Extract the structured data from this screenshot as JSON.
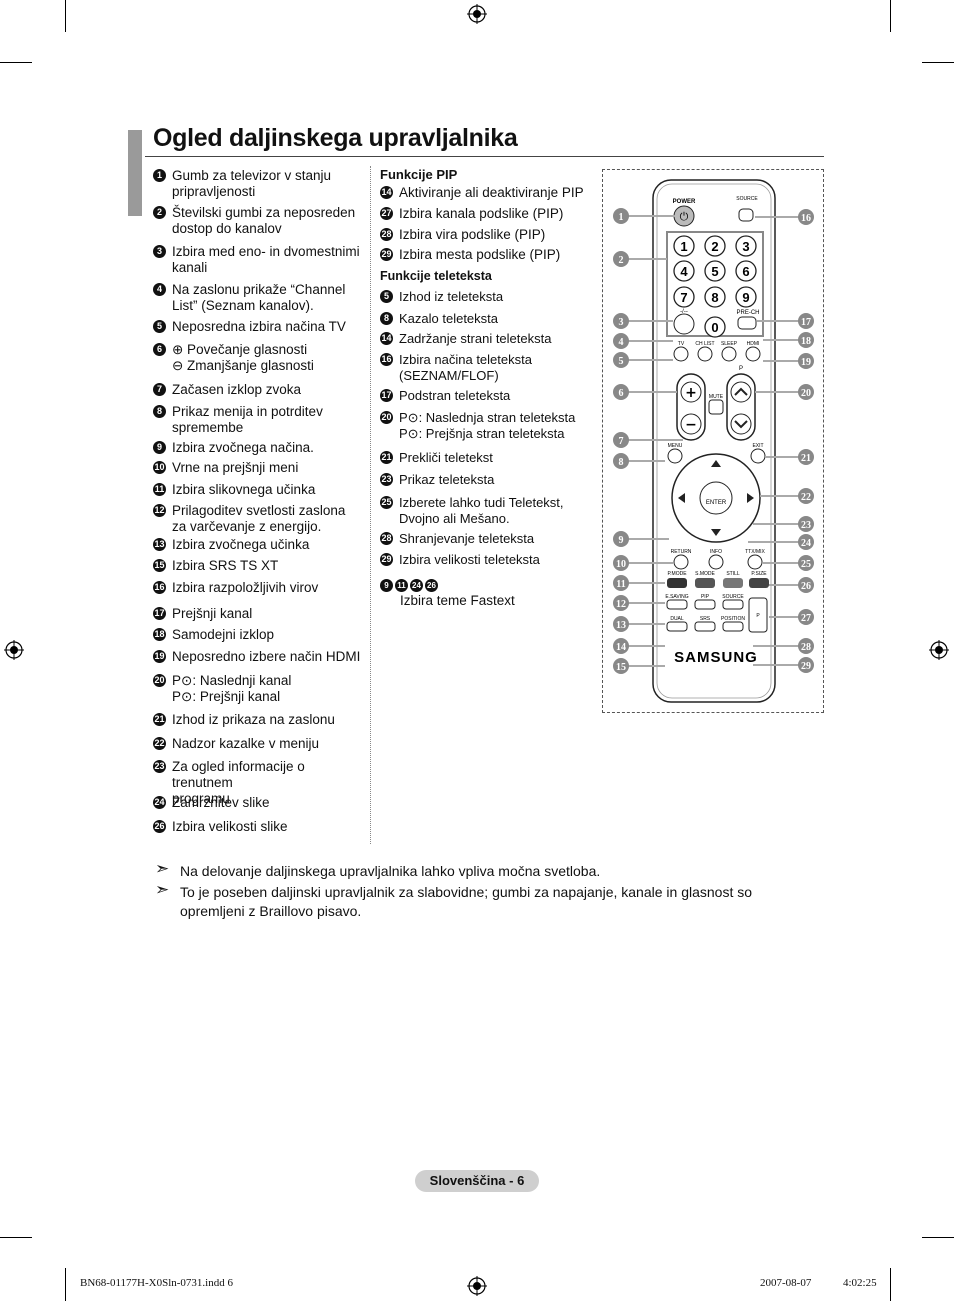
{
  "title": "Ogled daljinskega upravljalnika",
  "left_items": [
    {
      "num": "1",
      "text": "Gumb za televizor v stanju\npripravljenosti"
    },
    {
      "num": "2",
      "text": "Številski gumbi za neposreden\ndostop do kanalov"
    },
    {
      "num": "3",
      "text": "Izbira med eno- in dvomestnimi\nkanali"
    },
    {
      "num": "4",
      "text": "Na zaslonu prikaže “Channel\nList” (Seznam kanalov)."
    },
    {
      "num": "5",
      "text": "Neposredna izbira načina TV"
    },
    {
      "num": "6",
      "text": "⊕ Povečanje glasnosti\n⊖ Zmanjšanje glasnosti"
    },
    {
      "num": "7",
      "text": "Začasen izklop zvoka"
    },
    {
      "num": "8",
      "text": "Prikaz menija in potrditev\nspremembe"
    },
    {
      "num": "9",
      "text": "Izbira zvočnega načina."
    },
    {
      "num": "10",
      "text": "Vrne na prejšnji meni"
    },
    {
      "num": "11",
      "text": "Izbira slikovnega učinka"
    },
    {
      "num": "12",
      "text": "Prilagoditev svetlosti zaslona\nza varčevanje z energijo."
    },
    {
      "num": "13",
      "text": "Izbira zvočnega učinka"
    },
    {
      "num": "15",
      "text": "Izbira SRS TS XT"
    },
    {
      "num": "16",
      "text": "Izbira razpoložljivih virov"
    },
    {
      "num": "17",
      "text": "Prejšnji kanal"
    },
    {
      "num": "18",
      "text": "Samodejni izklop"
    },
    {
      "num": "19",
      "text": "Neposredno izbere način HDMI"
    },
    {
      "num": "20",
      "text": "P⊙: Naslednji kanal\nP⊙: Prejšnji kanal"
    },
    {
      "num": "21",
      "text": "Izhod iz prikaza na zaslonu"
    },
    {
      "num": "22",
      "text": "Nadzor kazalke v meniju"
    },
    {
      "num": "23",
      "text": "Za ogled informacije o trenutnem\nprogramu"
    },
    {
      "num": "24",
      "text": "Zamrznitev slike"
    },
    {
      "num": "26",
      "text": "Izbira velikosti slike"
    }
  ],
  "pip_heading": "Funkcije PIP",
  "pip_items": [
    {
      "num": "14",
      "text": "Aktiviranje ali deaktiviranje PIP"
    },
    {
      "num": "27",
      "text": "Izbira kanala podslike (PIP)"
    },
    {
      "num": "28",
      "text": "Izbira vira podslike (PIP)"
    },
    {
      "num": "29",
      "text": "Izbira mesta podslike (PIP)"
    }
  ],
  "teletext_heading": "Funkcije teleteksta",
  "teletext_items": [
    {
      "num": "5",
      "text": "Izhod iz teleteksta"
    },
    {
      "num": "8",
      "text": "Kazalo teleteksta"
    },
    {
      "num": "14",
      "text": "Zadržanje strani teleteksta"
    },
    {
      "num": "16",
      "text": "Izbira načina teleteksta\n(SEZNAM/FLOF)"
    },
    {
      "num": "17",
      "text": "Podstran teleteksta"
    },
    {
      "num": "20",
      "text": "P⊙: Naslednja stran teleteksta\nP⊙: Prejšnja stran teleteksta"
    },
    {
      "num": "21",
      "text": "Prekliči teletekst"
    },
    {
      "num": "23",
      "text": "Prikaz teleteksta"
    },
    {
      "num": "25",
      "text": "Izberete lahko tudi Teletekst,\nDvojno ali Mešano."
    },
    {
      "num": "28",
      "text": "Shranjevanje teleteksta"
    },
    {
      "num": "29",
      "text": "Izbira velikosti teleteksta"
    }
  ],
  "fastext": {
    "nums": [
      "9",
      "11",
      "24",
      "26"
    ],
    "text": "Izbira teme Fastext"
  },
  "notes": [
    "Na delovanje daljinskega upravljalnika lahko vpliva močna svetloba.",
    "To je poseben daljinski upravljalnik za slabovidne; gumbi za napajanje, kanale in glasnost so opremljeni z Braillovo pisavo."
  ],
  "footer": {
    "page_label": "Slovenščina - 6",
    "file": "BN68-01177H-X0Sln-0731.indd   6",
    "date": "2007-08-07",
    "time": "4:02:25"
  },
  "remote": {
    "brand": "SAMSUNG",
    "labels": {
      "power": "POWER",
      "source": "SOURCE",
      "prech": "PRE-CH",
      "dash": "-/--",
      "tv": "TV",
      "chlist": "CH LIST",
      "sleep": "SLEEP",
      "hdmi": "HDMI",
      "mute": "MUTE",
      "p": "P",
      "menu": "MENU",
      "exit": "EXIT",
      "enter": "ENTER",
      "return": "RETURN",
      "info": "INFO",
      "ttxmix": "TTX/MIX",
      "pmode": "P.MODE",
      "smode": "S.MODE",
      "still": "STILL",
      "psize": "P.SIZE",
      "esaving": "E.SAVING",
      "pip": "PIP",
      "source2": "SOURCE",
      "dual": "DUAL",
      "srs": "SRS",
      "position": "POSITION",
      "p2": "P"
    },
    "digits": [
      "1",
      "2",
      "3",
      "4",
      "5",
      "6",
      "7",
      "8",
      "9",
      "0"
    ],
    "callouts_left": [
      "1",
      "2",
      "3",
      "4",
      "5",
      "6",
      "7",
      "8",
      "9",
      "10",
      "11",
      "12",
      "13",
      "14",
      "15"
    ],
    "callouts_right": [
      "16",
      "17",
      "18",
      "19",
      "20",
      "21",
      "22",
      "23",
      "24",
      "25",
      "26",
      "27",
      "28",
      "29"
    ]
  }
}
